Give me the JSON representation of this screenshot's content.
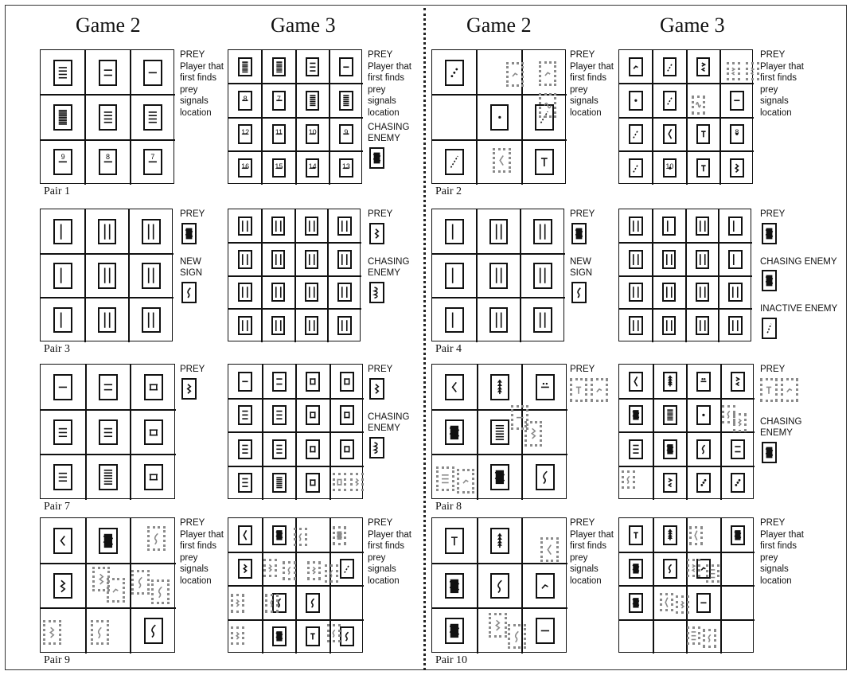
{
  "headers": [
    "Game 2",
    "Game 3",
    "Game 2",
    "Game 3"
  ],
  "pairs": [
    {
      "name": "Pair 1",
      "game2": {
        "cells": [
          "h4",
          "h2",
          "h1",
          "h9",
          "h4",
          "h4",
          {
            "s": "h1",
            "n": "9"
          },
          {
            "s": "h1",
            "n": "8"
          },
          {
            "s": "h1",
            "n": "7"
          }
        ],
        "ghosts": []
      },
      "game2_legend": [
        {
          "text": [
            "PREY",
            "Player that",
            "first finds",
            "prey",
            "signals",
            "location"
          ]
        }
      ],
      "game3": {
        "cells": [
          "h6",
          "h6",
          "h3",
          "h1",
          {
            "s": "h1",
            "n": "8"
          },
          {
            "s": "h1",
            "n": "7"
          },
          "h6",
          "h6",
          {
            "s": "h1",
            "n": "12"
          },
          {
            "s": "h1",
            "n": "11"
          },
          {
            "s": "h1",
            "n": "10"
          },
          {
            "s": "h1",
            "n": "9"
          },
          {
            "s": "h1",
            "n": "16"
          },
          {
            "s": "h1",
            "n": "15"
          },
          {
            "s": "h1",
            "n": "14"
          },
          {
            "s": "h1",
            "n": "13"
          }
        ],
        "ghosts": []
      },
      "game3_legend": [
        {
          "text": [
            "PREY",
            "Player that",
            "first finds",
            "prey",
            "signals",
            "location"
          ]
        },
        {
          "text": [
            "CHASING",
            "ENEMY"
          ],
          "icon": "blob"
        }
      ]
    },
    {
      "name": "Pair 2",
      "game2": {
        "cells": [
          "dots",
          null,
          null,
          null,
          "dot",
          "diag",
          "diag",
          null,
          "tee"
        ],
        "ghosts": [
          [
            0.55,
            0.09,
            "tick"
          ],
          [
            0.79,
            0.08,
            "tick"
          ],
          [
            0.79,
            0.32,
            "wave"
          ],
          [
            0.45,
            0.73,
            "arrow"
          ]
        ]
      },
      "game2_legend": [
        {
          "text": [
            "PREY",
            "Player that",
            "first finds",
            "prey",
            "signals",
            "location"
          ]
        }
      ],
      "game3": {
        "cells": [
          "tick",
          "diag",
          "angle",
          null,
          "dot",
          "diag",
          null,
          "h1",
          "diag",
          "arrow",
          "tee",
          {
            "s": "dot",
            "n": "8"
          },
          "diag",
          {
            "s": "dot",
            "n": "10"
          },
          "tee",
          "zig"
        ],
        "ghosts": [
          [
            0.8,
            0.09,
            "angle"
          ],
          [
            0.94,
            0.09,
            "angle"
          ],
          [
            0.54,
            0.34,
            "wave"
          ]
        ]
      },
      "game3_legend": [
        {
          "text": [
            "PREY",
            "Player that",
            "first finds",
            "prey",
            "signals",
            "location"
          ]
        }
      ]
    },
    {
      "name": "Pair 3",
      "game2": {
        "cells": [
          "v1",
          "v2",
          "v2",
          "v1",
          "v2",
          "v2",
          "v1",
          "v2",
          "v2"
        ],
        "ghosts": []
      },
      "game2_legend": [
        {
          "text": [
            "PREY"
          ],
          "icon": "blob"
        },
        {
          "text": [
            "NEW",
            "SIGN"
          ],
          "icon": "curve"
        }
      ],
      "game3": {
        "cells": [
          "v2",
          "v2",
          "v2",
          "v2",
          "v2",
          "v2",
          "v2",
          "v2",
          "v2",
          "v2",
          "v2",
          "v2",
          "v2",
          "v2",
          "v2",
          "v2"
        ],
        "ghosts": []
      },
      "game3_legend": [
        {
          "text": [
            "PREY"
          ],
          "icon": "zig"
        },
        {
          "text": [
            "CHASING",
            "ENEMY"
          ],
          "icon": "coil"
        }
      ]
    },
    {
      "name": "Pair 4",
      "game2": {
        "cells": [
          "v1",
          "v2",
          "v2",
          "v1",
          "v2",
          "v2",
          "v1",
          "v2",
          "v2"
        ],
        "ghosts": []
      },
      "game2_legend": [
        {
          "text": [
            "PREY"
          ],
          "icon": "blob"
        },
        {
          "text": [
            "NEW",
            "SIGN"
          ],
          "icon": "curve"
        }
      ],
      "game3": {
        "cells": [
          "v2",
          "v1",
          "v2",
          "v1",
          "v2",
          "v2",
          "v2",
          "v1",
          "v2",
          "v2",
          "v2",
          "v2",
          "v2",
          "v2",
          "v2",
          "v2"
        ],
        "ghosts": []
      },
      "game3_legend": [
        {
          "text": [
            "PREY"
          ],
          "icon": "blob"
        },
        {
          "text": [
            "CHASING ENEMY"
          ],
          "icon": "blob"
        },
        {
          "text": [
            "INACTIVE ENEMY"
          ],
          "icon": "dashline"
        }
      ]
    },
    {
      "name": "Pair 7",
      "game2": {
        "cells": [
          "h1",
          "h2",
          "hh",
          "h3",
          "h3",
          "hh",
          "h3",
          "h6",
          "hh"
        ],
        "ghosts": []
      },
      "game2_legend": [
        {
          "text": [
            "PREY"
          ],
          "icon": "zig"
        }
      ],
      "game3": {
        "cells": [
          "h1",
          "h2",
          "hh",
          "hh",
          "h3",
          "h3",
          "hh",
          "hh",
          "h3",
          "h3",
          "hh",
          "hh",
          "h3",
          "h6",
          "hh",
          null
        ],
        "ghosts": [
          [
            0.77,
            0.8,
            "hh"
          ],
          [
            0.9,
            0.8,
            "zig"
          ]
        ]
      },
      "game3_legend": [
        {
          "text": [
            "PREY"
          ],
          "icon": "zig"
        },
        {
          "text": [
            "CHASING",
            "ENEMY"
          ],
          "icon": "coil"
        }
      ]
    },
    {
      "name": "Pair 8",
      "game2": {
        "cells": [
          "arrow",
          "spike",
          "box",
          "blob",
          "h6",
          null,
          null,
          "blob",
          "curve"
        ],
        "ghosts": [
          [
            0.58,
            0.3,
            "h1"
          ],
          [
            0.68,
            0.42,
            "zig"
          ],
          [
            0.03,
            0.75,
            "h3"
          ],
          [
            0.18,
            0.77,
            "tick"
          ]
        ]
      },
      "game2_legend": [
        {
          "text": [
            "PREY"
          ],
          "ghosts": [
            "tee",
            "tick"
          ]
        }
      ],
      "game3": {
        "cells": [
          "arrow",
          "spike",
          "box",
          "angle",
          "blob",
          "h6",
          "dot",
          null,
          "h3",
          "blob",
          "curve",
          "h2",
          null,
          "angle",
          "dots",
          "dots"
        ],
        "ghosts": [
          [
            0.76,
            0.3,
            "curve"
          ],
          [
            0.84,
            0.36,
            "zig"
          ],
          [
            0.02,
            0.78,
            "curve"
          ]
        ]
      },
      "game3_legend": [
        {
          "text": [
            "PREY"
          ],
          "ghosts": [
            "tee",
            "tick"
          ]
        },
        {
          "text": [
            "CHASING",
            "ENEMY"
          ],
          "icon": "blob"
        }
      ]
    },
    {
      "name": "Pair 9",
      "game2": {
        "cells": [
          "arrow",
          "blob",
          null,
          "zig",
          null,
          null,
          null,
          null,
          "curve"
        ],
        "ghosts": [
          [
            0.79,
            0.06,
            "curve"
          ],
          [
            0.38,
            0.36,
            "zig"
          ],
          [
            0.49,
            0.44,
            "tick"
          ],
          [
            0.67,
            0.38,
            "curve"
          ],
          [
            0.82,
            0.45,
            "curve"
          ],
          [
            0.02,
            0.75,
            "zig"
          ],
          [
            0.37,
            0.75,
            "curve"
          ]
        ]
      },
      "game2_legend": [
        {
          "text": [
            "PREY",
            "Player that",
            "first finds",
            "prey",
            "signals",
            "location"
          ]
        }
      ],
      "game3": {
        "cells": [
          "arrow",
          "blob",
          null,
          null,
          "zig",
          null,
          null,
          "diag",
          null,
          "curve",
          "curve",
          null,
          null,
          "blob",
          "tee",
          "curve"
        ],
        "ghosts": [
          [
            0.48,
            0.07,
            "curve"
          ],
          [
            0.77,
            0.06,
            "blob"
          ],
          [
            0.26,
            0.3,
            "zig"
          ],
          [
            0.4,
            0.32,
            "curve"
          ],
          [
            0.58,
            0.32,
            "zig"
          ],
          [
            0.71,
            0.34,
            "curve"
          ],
          [
            0.02,
            0.56,
            "zig"
          ],
          [
            0.02,
            0.8,
            "zig"
          ],
          [
            0.27,
            0.56,
            "curve"
          ],
          [
            0.73,
            0.78,
            "curve"
          ]
        ]
      },
      "game3_legend": [
        {
          "text": [
            "PREY",
            "Player that",
            "first finds",
            "prey",
            "signals",
            "location"
          ]
        }
      ]
    },
    {
      "name": "Pair 10",
      "game2": {
        "cells": [
          "tee",
          "spike",
          null,
          "blob",
          "curve",
          "tick",
          "blob",
          null,
          "h1"
        ],
        "ghosts": [
          [
            0.8,
            0.14,
            "arrow"
          ],
          [
            0.42,
            0.7,
            "zig"
          ],
          [
            0.56,
            0.78,
            "curve"
          ]
        ]
      },
      "game2_legend": [
        {
          "text": [
            "PREY",
            "Player that",
            "first finds",
            "prey",
            "signals",
            "location"
          ]
        }
      ],
      "game3": {
        "cells": [
          "tee",
          "spike",
          null,
          "blob",
          "blob",
          "curve",
          "tick",
          null,
          "blob",
          null,
          "h1",
          null,
          null,
          null,
          null,
          null
        ],
        "ghosts": [
          [
            0.52,
            0.06,
            "arrow"
          ],
          [
            0.5,
            0.3,
            "angle"
          ],
          [
            0.64,
            0.34,
            "h3"
          ],
          [
            0.3,
            0.55,
            "arrow"
          ],
          [
            0.42,
            0.57,
            "zig"
          ],
          [
            0.5,
            0.8,
            "h3"
          ],
          [
            0.62,
            0.82,
            "curve"
          ]
        ]
      },
      "game3_legend": [
        {
          "text": [
            "PREY",
            "Player that",
            "first finds",
            "prey",
            "signals",
            "location"
          ]
        }
      ]
    }
  ]
}
